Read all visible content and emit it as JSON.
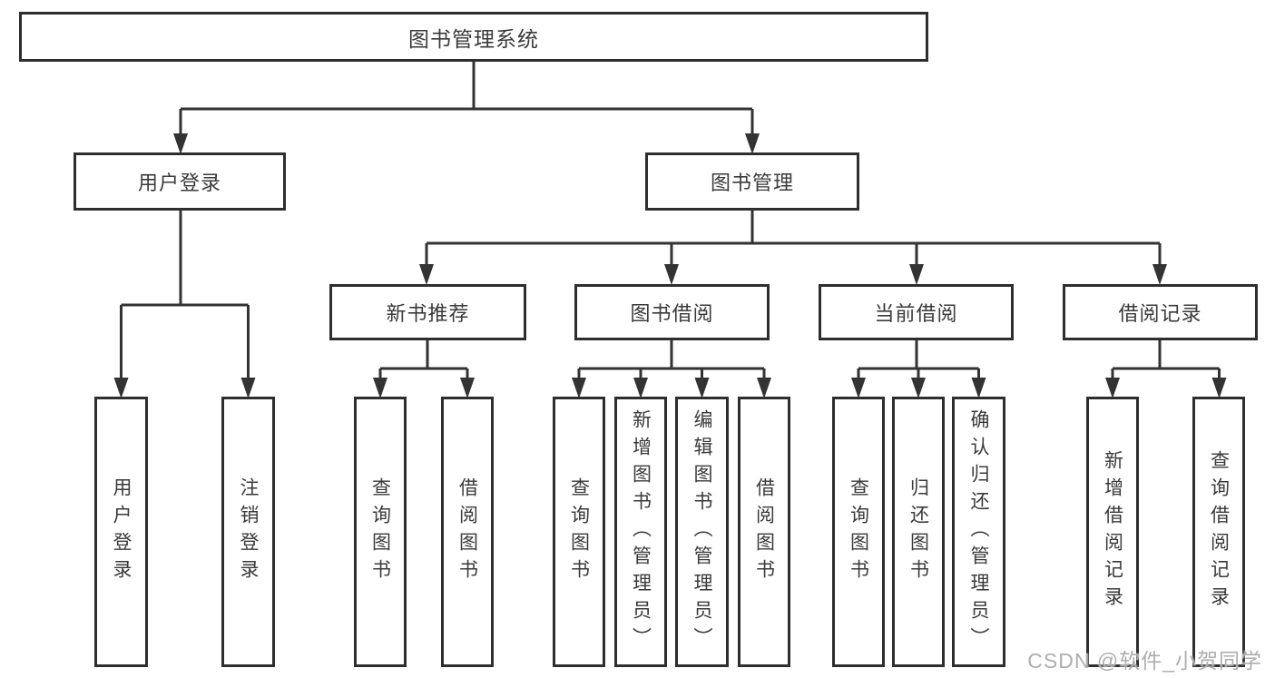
{
  "diagram": {
    "root": {
      "label": "图书管理系统"
    },
    "branch_user": {
      "label": "用户登录",
      "children": [
        {
          "label": "用户登录"
        },
        {
          "label": "注销登录"
        }
      ]
    },
    "branch_books": {
      "label": "图书管理",
      "groups": [
        {
          "label": "新书推荐",
          "children": [
            {
              "label": "查询图书"
            },
            {
              "label": "借阅图书"
            }
          ]
        },
        {
          "label": "图书借阅",
          "children": [
            {
              "label": "查询图书"
            },
            {
              "label": "新增图书（管理员）"
            },
            {
              "label": "编辑图书（管理员）"
            },
            {
              "label": "借阅图书"
            }
          ]
        },
        {
          "label": "当前借阅",
          "children": [
            {
              "label": "查询图书"
            },
            {
              "label": "归还图书"
            },
            {
              "label": "确认归还（管理员）"
            }
          ]
        },
        {
          "label": "借阅记录",
          "children": [
            {
              "label": "新增借阅记录"
            },
            {
              "label": "查询借阅记录"
            }
          ]
        }
      ]
    }
  },
  "watermark": {
    "text": "CSDN @软件_小贺同学"
  },
  "colors": {
    "line": "#333333",
    "border": "#2e2e2e",
    "text": "#3a3a3a",
    "watermark": "#aeaeae",
    "background": "#ffffff"
  }
}
